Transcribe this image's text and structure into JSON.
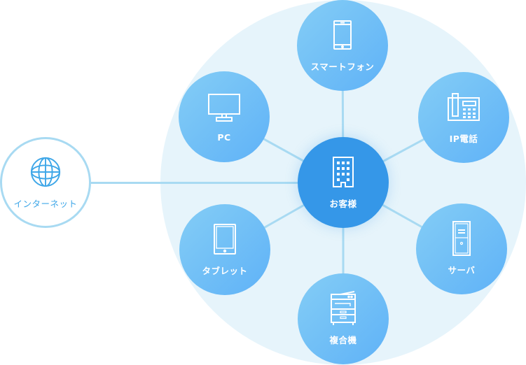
{
  "diagram": {
    "title": "",
    "colors": {
      "background_circle": "#e6f4fb",
      "link": "#a8daf2",
      "device_gradient_start": "#84cdf6",
      "device_gradient_end": "#5fb2f7",
      "center": "#3597e8",
      "internet_text": "#3fa7e8"
    },
    "center": {
      "label": "お客様",
      "icon": "building-icon"
    },
    "internet": {
      "label": "インターネット",
      "icon": "globe-icon"
    },
    "devices": [
      {
        "id": "smartphone",
        "label": "スマートフォン",
        "icon": "smartphone-icon"
      },
      {
        "id": "ip-phone",
        "label": "IP電話",
        "icon": "ip-phone-icon"
      },
      {
        "id": "server",
        "label": "サーバ",
        "icon": "server-icon"
      },
      {
        "id": "mfp",
        "label": "複合機",
        "icon": "printer-icon"
      },
      {
        "id": "tablet",
        "label": "タブレット",
        "icon": "tablet-icon"
      },
      {
        "id": "pc",
        "label": "PC",
        "icon": "monitor-icon"
      }
    ],
    "connections": [
      [
        "center",
        "smartphone"
      ],
      [
        "center",
        "ip-phone"
      ],
      [
        "center",
        "server"
      ],
      [
        "center",
        "mfp"
      ],
      [
        "center",
        "tablet"
      ],
      [
        "center",
        "pc"
      ],
      [
        "center",
        "internet"
      ]
    ]
  }
}
